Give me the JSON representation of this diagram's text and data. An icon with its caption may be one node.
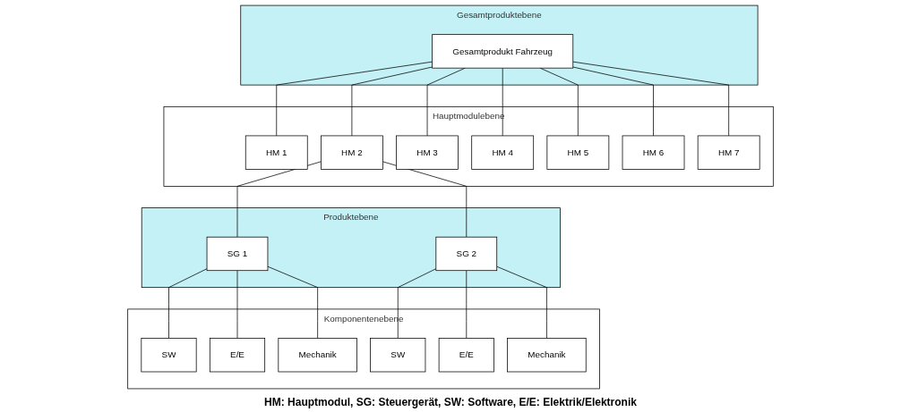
{
  "diagram": {
    "nodes": [
      {
        "text": [
          "Gesamtproduktebene"
        ]
      },
      {
        "text": [
          "Gesamtprodukt Fahrzeug"
        ],
        "in": 0
      },
      {
        "text": [
          "Hauptmodulebene"
        ]
      },
      {
        "text": [
          "HM 1"
        ],
        "in": 2
      },
      {
        "text": [
          "HM 2"
        ],
        "in": 2
      },
      {
        "text": [
          "HM 3"
        ],
        "in": 2
      },
      {
        "text": [
          "HM 4"
        ],
        "in": 2
      },
      {
        "text": [
          "HM 5"
        ],
        "in": 2
      },
      {
        "text": [
          "HM 6"
        ],
        "in": 2
      },
      {
        "text": [
          "HM 7"
        ],
        "in": 2
      },
      {
        "text": [
          "Produktebene"
        ]
      },
      {
        "text": [
          "SG 1"
        ],
        "in": 10
      },
      {
        "text": [
          "SG 2"
        ],
        "in": 10
      },
      {
        "text": [
          "Komponentenebene"
        ]
      },
      {
        "text": [
          "SW"
        ],
        "in": 13
      },
      {
        "text": [
          "E/E"
        ],
        "in": 13
      },
      {
        "text": [
          "Mechanik"
        ],
        "in": 13
      },
      {
        "text": [
          "SW"
        ],
        "in": 13
      },
      {
        "text": [
          "E/E"
        ],
        "in": 13
      },
      {
        "text": [
          "Mechanik"
        ],
        "in": 13
      }
    ],
    "edges": [
      {
        "from": 1,
        "to": 3,
        "arrow": "none"
      },
      {
        "from": 1,
        "to": 4,
        "arrow": "none"
      },
      {
        "from": 1,
        "to": 5,
        "arrow": "none"
      },
      {
        "from": 1,
        "to": 6,
        "arrow": "none"
      },
      {
        "from": 1,
        "to": 7,
        "arrow": "none"
      },
      {
        "from": 1,
        "to": 8,
        "arrow": "none"
      },
      {
        "from": 1,
        "to": 9,
        "arrow": "none"
      },
      {
        "from": 4,
        "to": 11,
        "arrow": "none"
      },
      {
        "from": 4,
        "to": 12,
        "arrow": "none"
      },
      {
        "from": 11,
        "to": 14,
        "arrow": "none"
      },
      {
        "from": 11,
        "to": 15,
        "arrow": "none"
      },
      {
        "from": 11,
        "to": 16,
        "arrow": "none"
      },
      {
        "from": 12,
        "to": 17,
        "arrow": "none"
      },
      {
        "from": 12,
        "to": 18,
        "arrow": "none"
      },
      {
        "from": 12,
        "to": 19,
        "arrow": "none"
      }
    ],
    "labels": [
      "HM: Hauptmodul, SG: Steuergerät, SW: Software, E/E: Elektrik/Elektronik"
    ]
  }
}
